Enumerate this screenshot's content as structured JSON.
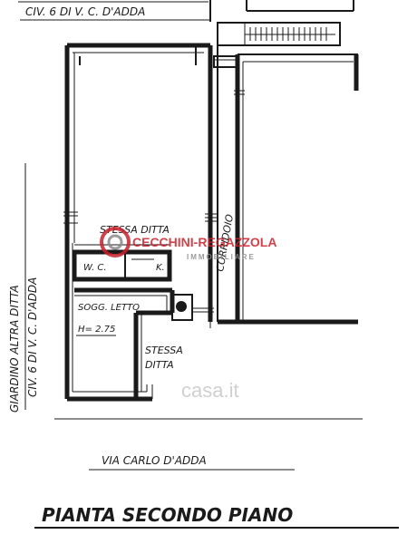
{
  "header": {
    "top_left_text": "CIV. 6  DI  V. C. D'ADDA"
  },
  "labels": {
    "giardino": "GIARDINO  ALTRA  DITTA",
    "civ_left": "CIV. 6  DI  V. C. D'ADDA",
    "stessa_ditta_top": "STESSA  DITTA",
    "corridoio": "CORRIDOIO",
    "wc": "W. C.",
    "k": "K.",
    "sogg_letto": "SOGG. LETTO",
    "height": "H= 2.75",
    "stessa_ditta_bottom_1": "STESSA",
    "stessa_ditta_bottom_2": "DITTA",
    "street": "VIA  CARLO  D'ADDA",
    "plan_title": "PIANTA  SECONDO  PIANO"
  },
  "watermark": {
    "brand_name": "CECCHINI-REGAZZOLA",
    "brand_sub": "IMMOBILIARE",
    "casa_mark": "casa.it",
    "brand_red": "#c8202a",
    "brand_gray": "#8a8a8a"
  }
}
